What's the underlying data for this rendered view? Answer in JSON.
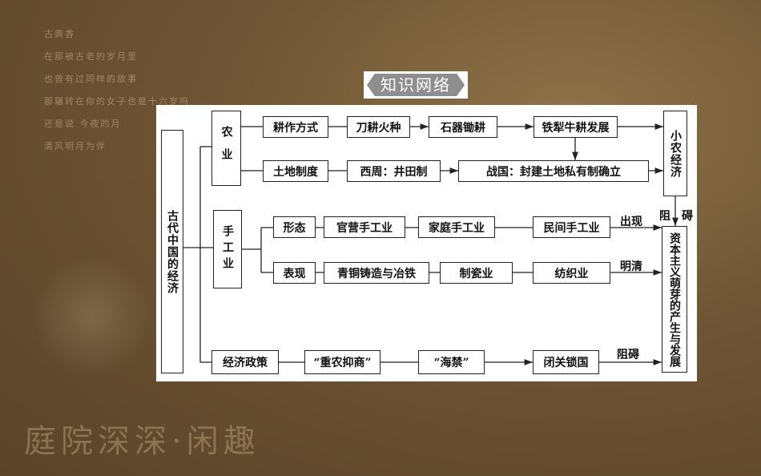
{
  "background": {
    "poem_lines": [
      "古典香",
      "在那被古老的岁月里",
      "也曾有过同样的故事",
      "那辗转在你的女子也是十六岁吗",
      "还是说 今夜的月",
      "清风明月为伴"
    ],
    "calligraphy": "庭院深深·闲趣"
  },
  "title": "知识网络",
  "diagram": {
    "root": "古代中国的经济",
    "agriculture": {
      "label": "农业",
      "farming": [
        "耕作方式",
        "刀耕火种",
        "石器锄耕",
        "铁犁牛耕发展"
      ],
      "land": [
        "土地制度",
        "西周：井田制",
        "战国：封建土地私有制确立"
      ]
    },
    "small_peasant": "小农经济",
    "hinder_1": "阻",
    "hinder_2": "碍",
    "handicraft": {
      "label": "手工业",
      "forms": [
        "形态",
        "官营手工业",
        "家庭手工业",
        "民间手工业"
      ],
      "forms_arrow": "出现",
      "manifest": [
        "表现",
        "青铜铸造与冶铁",
        "制瓷业",
        "纺织业"
      ],
      "manifest_arrow": "明清"
    },
    "policy": [
      "经济政策",
      "“重农抑商”",
      "“海禁”",
      "闭关锁国"
    ],
    "policy_arrow": "阻碍",
    "capitalism": "资本主义萌芽的产生与发展"
  },
  "colors": {
    "line": "#222222",
    "panel": "#ffffff",
    "title_bg": "#8e8e8e"
  }
}
